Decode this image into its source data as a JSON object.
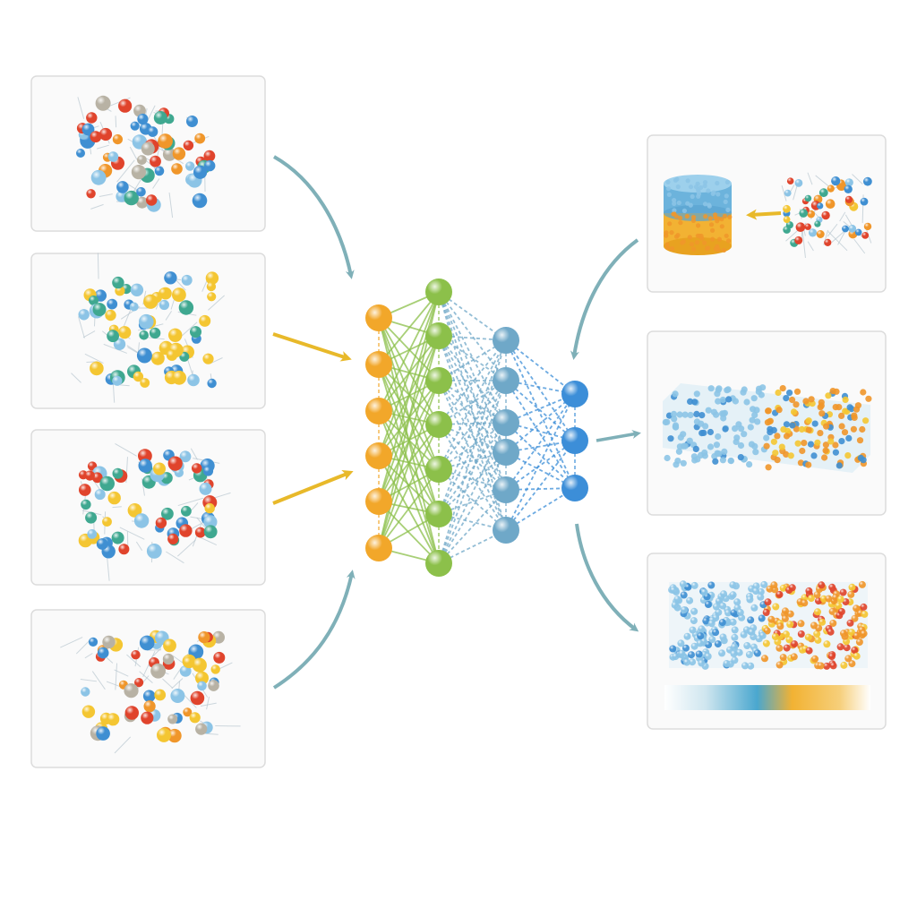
{
  "colors": {
    "background": "#ffffff",
    "panel_border": "#dcdcdc",
    "arrow_teal": "#7fb0b8",
    "arrow_gold": "#e8b92a",
    "atom_red": "#e0442c",
    "atom_orange": "#f0962a",
    "atom_yellow": "#f4c632",
    "atom_blue": "#3f8fd2",
    "atom_lightblue": "#8cc4e6",
    "atom_teal": "#3fa890",
    "atom_grey": "#b8b2a4",
    "layer_1": "#f2a72a",
    "layer_2": "#8cc04a",
    "layer_3": "#6fa8c8",
    "layer_4": "#3c8ed8"
  },
  "input_panels": [
    {
      "id": "input-1",
      "palette": [
        "atom_red",
        "atom_orange",
        "atom_blue",
        "atom_lightblue",
        "atom_teal",
        "atom_grey"
      ]
    },
    {
      "id": "input-2",
      "palette": [
        "atom_yellow",
        "atom_blue",
        "atom_lightblue",
        "atom_teal",
        "atom_yellow"
      ]
    },
    {
      "id": "input-3",
      "palette": [
        "atom_red",
        "atom_yellow",
        "atom_blue",
        "atom_lightblue",
        "atom_teal"
      ]
    },
    {
      "id": "input-4",
      "palette": [
        "atom_yellow",
        "atom_orange",
        "atom_red",
        "atom_lightblue",
        "atom_grey",
        "atom_blue"
      ]
    }
  ],
  "network": {
    "layers": [
      {
        "nodes": 6,
        "color": "layer_1"
      },
      {
        "nodes": 7,
        "color": "layer_2"
      },
      {
        "nodes": 6,
        "color": "layer_3"
      },
      {
        "nodes": 3,
        "color": "layer_4"
      }
    ]
  },
  "output_panels": [
    {
      "id": "output-cylinder-assembly",
      "icon": "cylinder-structure-icon"
    },
    {
      "id": "output-slab",
      "icon": "slab-structure-icon"
    },
    {
      "id": "output-gradient-block",
      "icon": "gradient-block-icon"
    }
  ]
}
